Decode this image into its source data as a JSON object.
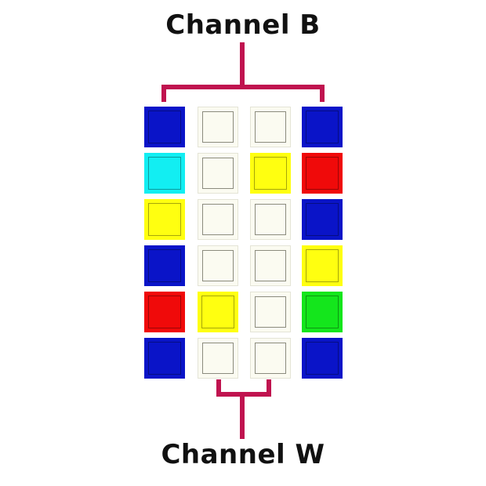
{
  "labels": {
    "top": "Channel B",
    "bottom": "Channel W"
  },
  "colors": {
    "connector": "#c0134f",
    "blue": "#0a14c8",
    "cyan": "#12eef2",
    "yellow": "#ffff10",
    "red": "#f00a0a",
    "green": "#14e61c",
    "empty": "#fbfbf1"
  },
  "grid": {
    "rows": [
      [
        "blue",
        "empty",
        "empty",
        "blue"
      ],
      [
        "cyan",
        "empty",
        "yellow",
        "red"
      ],
      [
        "yellow",
        "empty",
        "empty",
        "blue"
      ],
      [
        "blue",
        "empty",
        "empty",
        "yellow"
      ],
      [
        "red",
        "yellow",
        "empty",
        "green"
      ],
      [
        "blue",
        "empty",
        "empty",
        "blue"
      ]
    ]
  }
}
